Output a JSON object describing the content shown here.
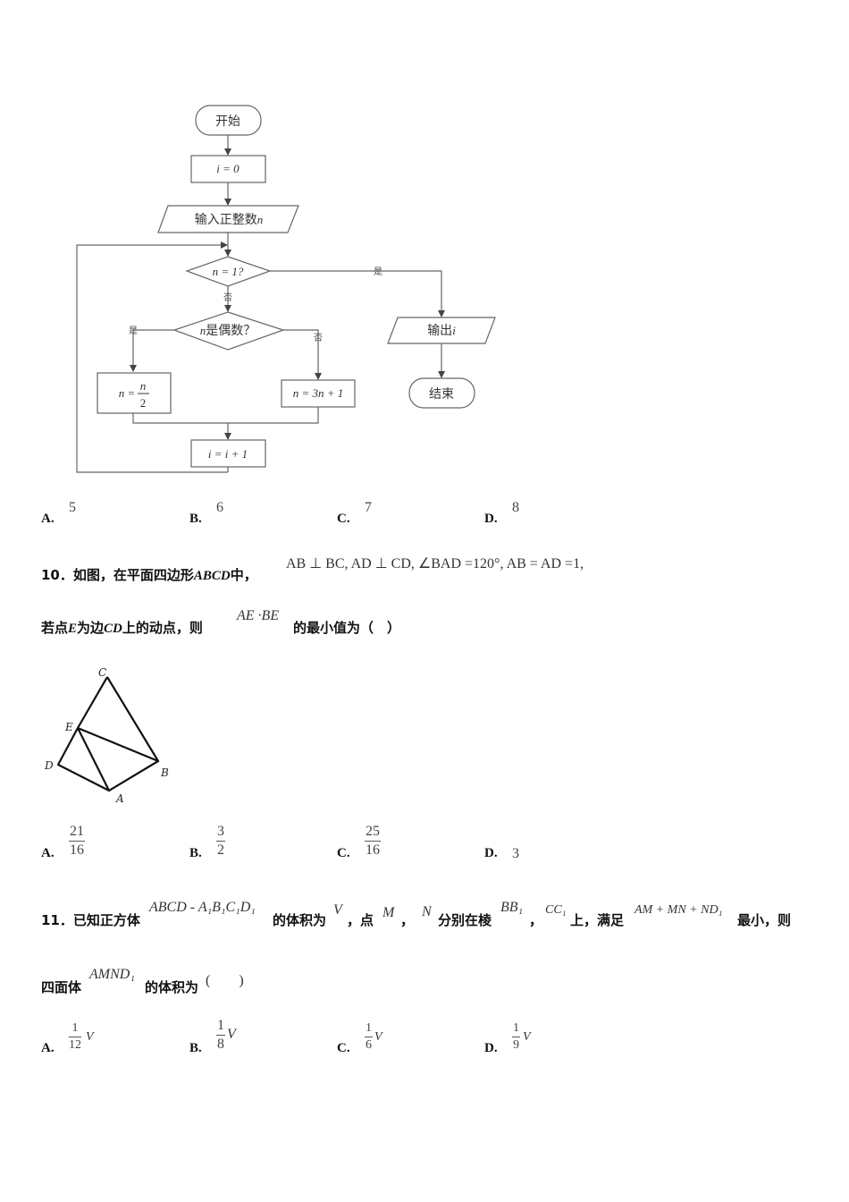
{
  "flowchart": {
    "start": "开始",
    "init": "i = 0",
    "input": "输入正整数",
    "input_var": "n",
    "cond1": "n = 1?",
    "cond1_yes": "是",
    "cond1_no": "否",
    "cond2_var": "n",
    "cond2": "是偶数？",
    "cond2_yes": "是",
    "cond2_no": "否",
    "even_lhs": "n =",
    "even_num": "n",
    "even_den": "2",
    "odd": "n = 3n + 1",
    "incr": "i = i + 1",
    "output": "输出",
    "output_var": "i",
    "end": "结束"
  },
  "q9": {
    "options": [
      {
        "label": "A.",
        "value": "5"
      },
      {
        "label": "B.",
        "value": "6"
      },
      {
        "label": "C.",
        "value": "7"
      },
      {
        "label": "D.",
        "value": "8"
      }
    ]
  },
  "q10": {
    "number": "10．",
    "line1_text": "如图，在平面四边形",
    "line1_shape": "ABCD",
    "line1_suffix": "中，",
    "line1_math": "AB ⊥ BC, AD ⊥ CD, ∠BAD =120°, AB = AD =1,",
    "line2_prefix": "若点",
    "line2_point": "E",
    "line2_mid": "为边",
    "line2_edge": "CD",
    "line2_mid2": "上的动点，则",
    "line2_math": "AE ·BE",
    "line2_suffix": "的最小值为（　）",
    "figure": {
      "labels": {
        "C": "C",
        "E": "E",
        "D": "D",
        "B": "B",
        "A": "A"
      }
    },
    "options": [
      {
        "label": "A.",
        "num": "21",
        "den": "16"
      },
      {
        "label": "B.",
        "num": "3",
        "den": "2"
      },
      {
        "label": "C.",
        "num": "25",
        "den": "16"
      },
      {
        "label": "D.",
        "value": "3"
      }
    ]
  },
  "q11": {
    "number": "11．",
    "text1": "已知正方体",
    "cube": "ABCD - A₁B₁C₁D₁",
    "text2": "的体积为",
    "vol": "V",
    "text3": "，点",
    "m": "M",
    "sep": "，",
    "n": "N",
    "text4": "分别在棱",
    "bb1": "BB₁",
    "sep2": "，",
    "cc1": "CC₁",
    "text5": "上，满足",
    "sum": "AM + MN + ND₁",
    "text6": "最小，则",
    "line2_text": "四面体",
    "tetra": "AMND₁",
    "line2_suffix": "的体积为",
    "paren": "(　　)",
    "options": [
      {
        "label": "A.",
        "num": "1",
        "den": "12",
        "var": "V"
      },
      {
        "label": "B.",
        "num": "1",
        "den": "8",
        "var": "V"
      },
      {
        "label": "C.",
        "num": "1",
        "den": "6",
        "var": "V"
      },
      {
        "label": "D.",
        "num": "1",
        "den": "9",
        "var": "V"
      }
    ]
  }
}
